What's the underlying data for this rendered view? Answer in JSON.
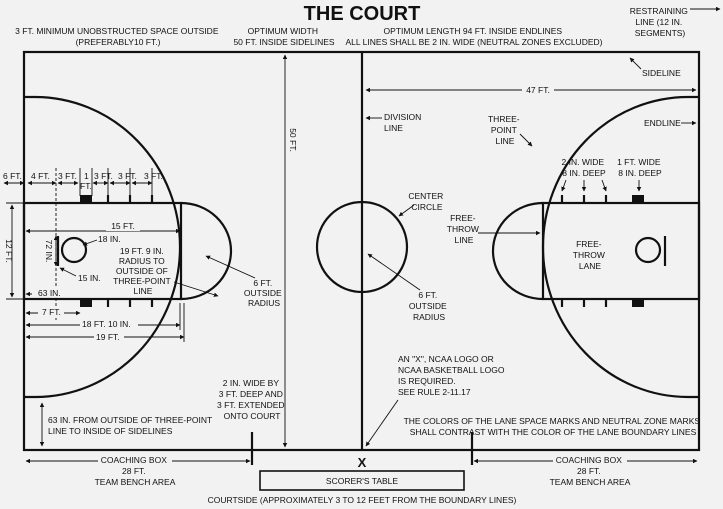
{
  "title": "THE COURT",
  "header": {
    "left": [
      "3 FT. MINIMUM UNOBSTRUCTED SPACE OUTSIDE",
      "(PREFERABLY10 FT.)"
    ],
    "mid": [
      "OPTIMUM WIDTH",
      "50 FT. INSIDE SIDELINES"
    ],
    "right": [
      "OPTIMUM LENGTH 94 FT. INSIDE ENDLINES",
      "ALL LINES SHALL BE 2 IN. WIDE (NEUTRAL ZONES EXCLUDED)"
    ],
    "restraining": [
      "RESTRAINING",
      "LINE (12 IN.",
      "SEGMENTS)"
    ]
  },
  "labels": {
    "sideline": "SIDELINE",
    "endline": "ENDLINE",
    "ft47": "47 FT.",
    "ft50": "50 FT.",
    "division": [
      "DIVISION",
      "LINE"
    ],
    "three_point": [
      "THREE-",
      "POINT",
      "LINE"
    ],
    "center_circle": [
      "CENTER",
      "CIRCLE"
    ],
    "free_throw_line": [
      "FREE-",
      "THROW",
      "LINE"
    ],
    "free_throw_lane": [
      "FREE-",
      "THROW",
      "LANE"
    ],
    "outside_radius_center": [
      "6 FT.",
      "OUTSIDE",
      "RADIUS"
    ],
    "outside_radius_left": [
      "6 FT.",
      "OUTSIDE",
      "RADIUS"
    ],
    "wide2": [
      "2 IN. WIDE",
      "8 IN. DEEP"
    ],
    "wide1": [
      "1 FT. WIDE",
      "8 IN. DEEP"
    ],
    "radius_3pt": [
      "19 FT. 9 IN.",
      "RADIUS TO",
      "OUTSIDE OF",
      "THREE-POINT",
      "LINE"
    ],
    "spacing": [
      "6 FT.",
      "4 FT.",
      "3 FT.",
      "1",
      "FT.",
      "3 FT.",
      "3 FT.",
      "3 FT."
    ],
    "ft15_top": "15 FT.",
    "in72": "72 IN.",
    "in18": "18 IN.",
    "in15": "15 IN.",
    "ft12": "12 FT.",
    "in63": "63 IN.",
    "ft7": "7 FT.",
    "ft18_10": "18 FT. 10 IN.",
    "ft19": "19 FT.",
    "ncaa": [
      "AN \"X\", NCAA LOGO OR",
      "NCAA BASKETBALL LOGO",
      "IS REQUIRED.",
      "SEE RULE 2-11.17"
    ],
    "extended": [
      "2 IN. WIDE BY",
      "3 FT. DEEP AND",
      "3 FT. EXTENDED",
      "ONTO COURT"
    ],
    "in63_side": [
      "63 IN. FROM OUTSIDE OF THREE-POINT",
      "LINE TO INSIDE OF SIDELINES"
    ],
    "colors": [
      "THE COLORS OF THE LANE SPACE MARKS AND NEUTRAL ZONE MARKS",
      "SHALL CONTRAST WITH THE COLOR OF THE LANE BOUNDARY LINES"
    ],
    "coach_left": [
      "COACHING BOX",
      "28 FT.",
      "TEAM BENCH AREA"
    ],
    "coach_right": [
      "COACHING BOX",
      "28 FT.",
      "TEAM BENCH AREA"
    ],
    "x_mark": "X",
    "scorers_table": "SCORER'S TABLE",
    "courtside": "COURTSIDE (APPROXIMATELY 3 TO 12 FEET FROM THE BOUNDARY LINES)"
  }
}
